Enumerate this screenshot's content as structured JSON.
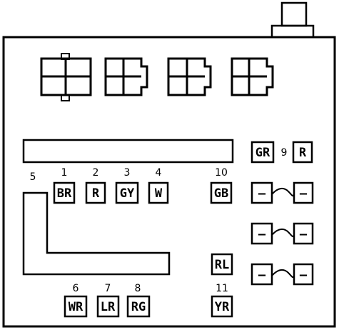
{
  "fuse_box": {
    "fuses": [
      {
        "number": "1",
        "code": "BR"
      },
      {
        "number": "2",
        "code": "R"
      },
      {
        "number": "3",
        "code": "GY"
      },
      {
        "number": "4",
        "code": "W"
      },
      {
        "number": "5",
        "code": ""
      },
      {
        "number": "6",
        "code": "WR"
      },
      {
        "number": "7",
        "code": "LR"
      },
      {
        "number": "8",
        "code": "RG"
      },
      {
        "number": "9",
        "code": ""
      },
      {
        "number": "10",
        "code": "GB"
      },
      {
        "number": "11",
        "code": "YR"
      }
    ],
    "right_column": {
      "left_code": "GR",
      "right_code": "R",
      "rl_code": "RL",
      "dash_symbol": "–"
    }
  },
  "colors": {
    "line": "#000000",
    "background": "#ffffff"
  }
}
